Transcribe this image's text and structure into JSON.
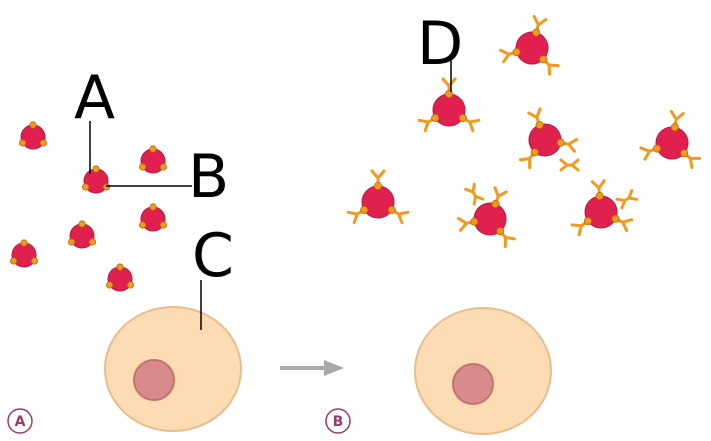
{
  "labels": {
    "a": "A",
    "b": "B",
    "c": "C",
    "d": "D"
  },
  "panels": {
    "left": "A",
    "right": "B"
  },
  "colors": {
    "particle": "#e0204f",
    "particle_stroke": "#b81a44",
    "knob": "#f29a1f",
    "knob_stroke": "#b86a08",
    "cell": "#fddcb3",
    "cell_stroke": "#e8bd8e",
    "nucleus": "#d98a8a",
    "arrow": "#a9a9a9",
    "panel_badge": "#9a3b6a"
  }
}
